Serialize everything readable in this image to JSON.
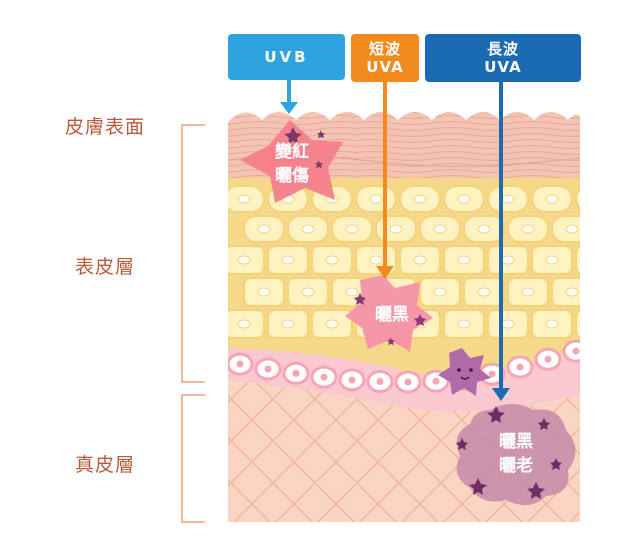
{
  "side_labels": {
    "skin_surface": "皮膚表面",
    "epidermis": "表皮層",
    "dermis": "真皮層"
  },
  "rays": {
    "uvb": {
      "label": "UVB",
      "color": "#2da4e0"
    },
    "uva_short": {
      "line1": "短波",
      "line2": "UVA",
      "color": "#f28a1e"
    },
    "uva_long": {
      "line1": "長波",
      "line2": "UVA",
      "color": "#1a6bb4"
    }
  },
  "effects": {
    "sunburn": {
      "line1": "變紅",
      "line2": "曬傷"
    },
    "tanning": {
      "label": "曬黑"
    },
    "photoaging": {
      "line1": "曬黑",
      "line2": "曬老"
    }
  },
  "colors": {
    "bracket": "#f0a070",
    "surface_layer": "#f3c4b4",
    "cell_fill": "#fdf2c0",
    "cell_border": "#f4d27a",
    "dermis": "#fbd5c3",
    "pink_cell": "#f7a4b3"
  }
}
